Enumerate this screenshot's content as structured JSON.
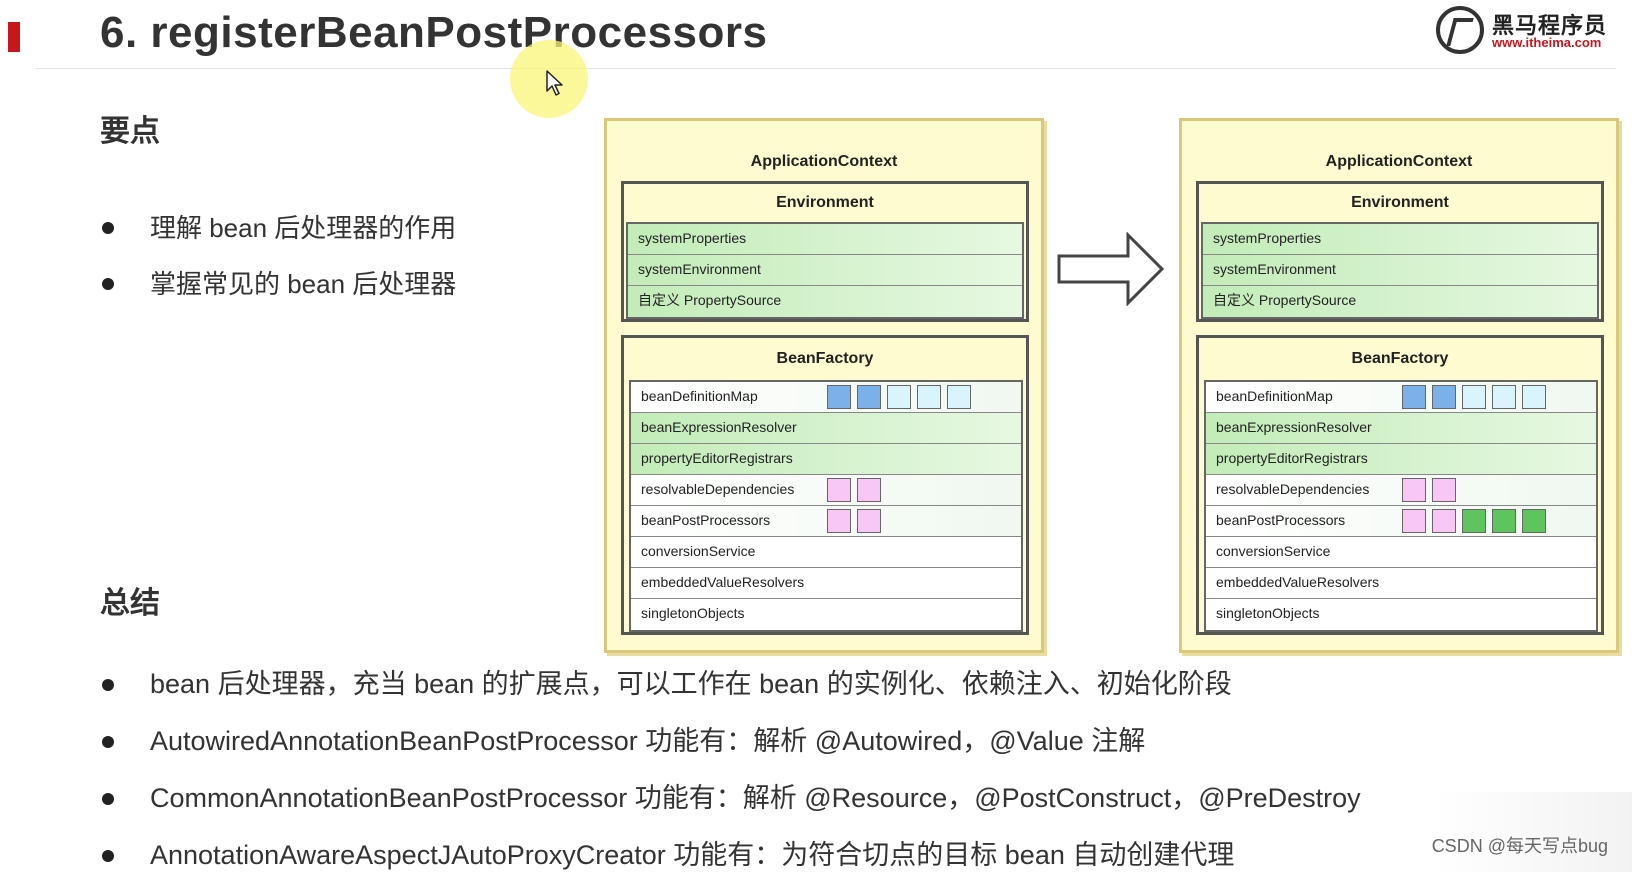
{
  "slide": {
    "title": "6. registerBeanPostProcessors"
  },
  "logo": {
    "name": "黑马程序员",
    "url": "www.itheima.com",
    "icon": "horse-head-icon",
    "brand_color": "#c8161d"
  },
  "points": {
    "heading": "要点",
    "items": [
      "理解 bean 后处理器的作用",
      "掌握常见的 bean 后处理器"
    ]
  },
  "summary": {
    "heading": "总结",
    "items": [
      "bean 后处理器，充当 bean 的扩展点，可以工作在 bean 的实例化、依赖注入、初始化阶段",
      "AutowiredAnnotationBeanPostProcessor 功能有：解析 @Autowired，@Value 注解",
      "CommonAnnotationBeanPostProcessor 功能有：解析 @Resource，@PostConstruct，@PreDestroy",
      "AnnotationAwareAspectJAutoProxyCreator 功能有：为符合切点的目标 bean 自动创建代理"
    ]
  },
  "diagram": {
    "before": {
      "title": "ApplicationContext",
      "environment": {
        "title": "Environment",
        "rows": [
          "systemProperties",
          "systemEnvironment",
          "自定义 PropertySource"
        ]
      },
      "bean_factory": {
        "title": "BeanFactory",
        "rows": [
          {
            "label": "beanDefinitionMap",
            "boxes": [
              "blue",
              "blue",
              "cyan",
              "cyan",
              "cyan"
            ]
          },
          {
            "label": "beanExpressionResolver",
            "boxes": []
          },
          {
            "label": "propertyEditorRegistrars",
            "boxes": []
          },
          {
            "label": "resolvableDependencies",
            "boxes": [
              "pink",
              "pink"
            ]
          },
          {
            "label": "beanPostProcessors",
            "boxes": [
              "pink",
              "pink"
            ]
          },
          {
            "label": "conversionService",
            "boxes": []
          },
          {
            "label": "embeddedValueResolvers",
            "boxes": []
          },
          {
            "label": "singletonObjects",
            "boxes": []
          }
        ]
      }
    },
    "after": {
      "title": "ApplicationContext",
      "environment": {
        "title": "Environment",
        "rows": [
          "systemProperties",
          "systemEnvironment",
          "自定义 PropertySource"
        ]
      },
      "bean_factory": {
        "title": "BeanFactory",
        "rows": [
          {
            "label": "beanDefinitionMap",
            "boxes": [
              "blue",
              "blue",
              "cyan",
              "cyan",
              "cyan"
            ]
          },
          {
            "label": "beanExpressionResolver",
            "boxes": []
          },
          {
            "label": "propertyEditorRegistrars",
            "boxes": []
          },
          {
            "label": "resolvableDependencies",
            "boxes": [
              "pink",
              "pink"
            ]
          },
          {
            "label": "beanPostProcessors",
            "boxes": [
              "pink",
              "pink",
              "green",
              "green",
              "green"
            ]
          },
          {
            "label": "conversionService",
            "boxes": []
          },
          {
            "label": "embeddedValueResolvers",
            "boxes": []
          },
          {
            "label": "singletonObjects",
            "boxes": []
          }
        ]
      }
    },
    "arrow_icon": "right-arrow-icon",
    "colors": {
      "context_bg": "#fffbd0",
      "green_row": "#c2ecb8",
      "box_blue": "#7bb1e8",
      "box_cyan": "#d9f5fb",
      "box_pink": "#f9c7f5",
      "box_green": "#5ec45e"
    }
  },
  "watermark": "CSDN @每天写点bug"
}
